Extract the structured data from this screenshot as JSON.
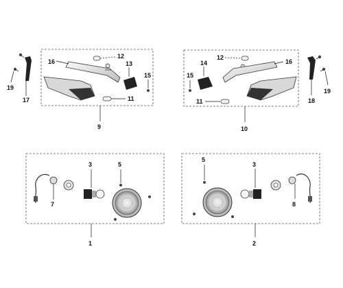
{
  "callouts": {
    "n1": "1",
    "n2": "2",
    "n3a": "3",
    "n3b": "3",
    "n5a": "5",
    "n5b": "5",
    "n7": "7",
    "n8": "8",
    "n9": "9",
    "n10": "10",
    "n11a": "11",
    "n11b": "11",
    "n12a": "12",
    "n12b": "12",
    "n13": "13",
    "n14": "14",
    "n15a": "15",
    "n15b": "15",
    "n16a": "16",
    "n16b": "16",
    "n17": "17",
    "n18": "18",
    "n19a": "19",
    "n19b": "19"
  },
  "colors": {
    "line": "#111111",
    "box": "#555555",
    "lens": "#cfcfcf",
    "trim": "#444444",
    "fill": "#e9e9e9"
  },
  "icons": [
    "bolt-icon",
    "screw-icon",
    "bulb-icon",
    "socket-icon",
    "headlamp-icon",
    "bracket-icon",
    "light-strip-icon",
    "turn-signal-icon"
  ]
}
